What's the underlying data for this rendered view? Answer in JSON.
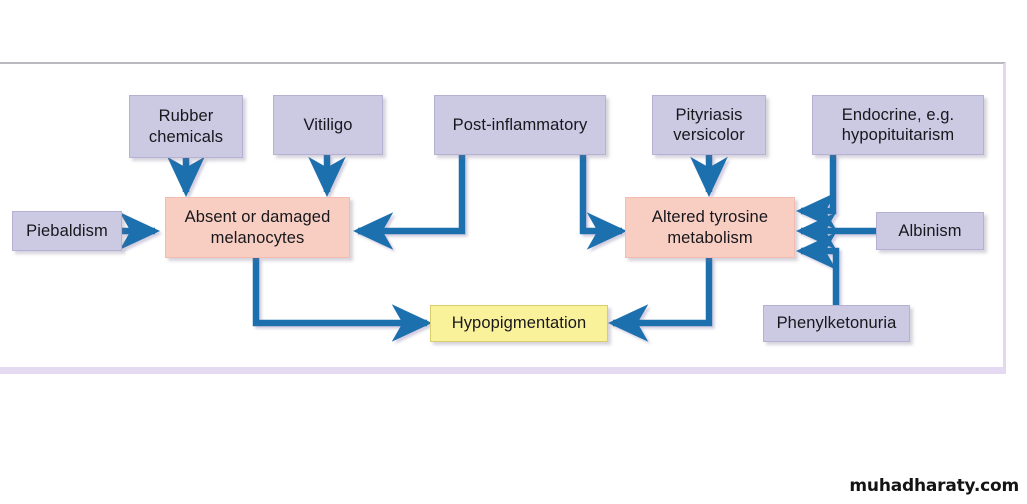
{
  "figure": {
    "title": "Causes of hypopigmentation flowchart",
    "watermark": "muhadharaty.com",
    "colors": {
      "cause_box_fill": "#ccc9e3",
      "cause_box_border": "#b5b1d2",
      "mechanism_box_fill": "#f9cec2",
      "mechanism_box_border": "#f2bdb0",
      "outcome_box_fill": "#faf29b",
      "outcome_box_border": "#d8cf6c",
      "arrow": "#1b6fae",
      "frame_bottom": "#e4daf1",
      "frame_top": "#b9b9c0",
      "text": "#17171c"
    }
  },
  "nodes": {
    "piebaldism": {
      "label": "Piebaldism",
      "type": "cause"
    },
    "rubber_chemicals": {
      "label": "Rubber\nchemicals",
      "type": "cause"
    },
    "vitiligo": {
      "label": "Vitiligo",
      "type": "cause"
    },
    "post_inflammatory": {
      "label": "Post-inflammatory",
      "type": "cause"
    },
    "pityriasis_versicolor": {
      "label": "Pityriasis\nversicolor",
      "type": "cause"
    },
    "endocrine": {
      "label": "Endocrine, e.g.\nhypopituitarism",
      "type": "cause"
    },
    "albinism": {
      "label": "Albinism",
      "type": "cause"
    },
    "phenylketonuria": {
      "label": "Phenylketonuria",
      "type": "cause"
    },
    "absent_melanocytes": {
      "label": "Absent or damaged\nmelanocytes",
      "type": "mechanism"
    },
    "altered_tyrosine": {
      "label": "Altered tyrosine\nmetabolism",
      "type": "mechanism"
    },
    "hypopigmentation": {
      "label": "Hypopigmentation",
      "type": "outcome"
    }
  },
  "edges": [
    {
      "from": "piebaldism",
      "to": "absent_melanocytes",
      "style": "straight-right"
    },
    {
      "from": "rubber_chemicals",
      "to": "absent_melanocytes",
      "style": "straight-down"
    },
    {
      "from": "vitiligo",
      "to": "absent_melanocytes",
      "style": "straight-down"
    },
    {
      "from": "post_inflammatory",
      "to": "absent_melanocytes",
      "style": "down-then-left"
    },
    {
      "from": "post_inflammatory",
      "to": "altered_tyrosine",
      "style": "down-then-right"
    },
    {
      "from": "pityriasis_versicolor",
      "to": "altered_tyrosine",
      "style": "straight-down"
    },
    {
      "from": "endocrine",
      "to": "altered_tyrosine",
      "style": "down-then-left"
    },
    {
      "from": "albinism",
      "to": "altered_tyrosine",
      "style": "straight-left"
    },
    {
      "from": "phenylketonuria",
      "to": "altered_tyrosine",
      "style": "up-then-left"
    },
    {
      "from": "absent_melanocytes",
      "to": "hypopigmentation",
      "style": "down-then-right"
    },
    {
      "from": "altered_tyrosine",
      "to": "hypopigmentation",
      "style": "down-then-left"
    }
  ]
}
